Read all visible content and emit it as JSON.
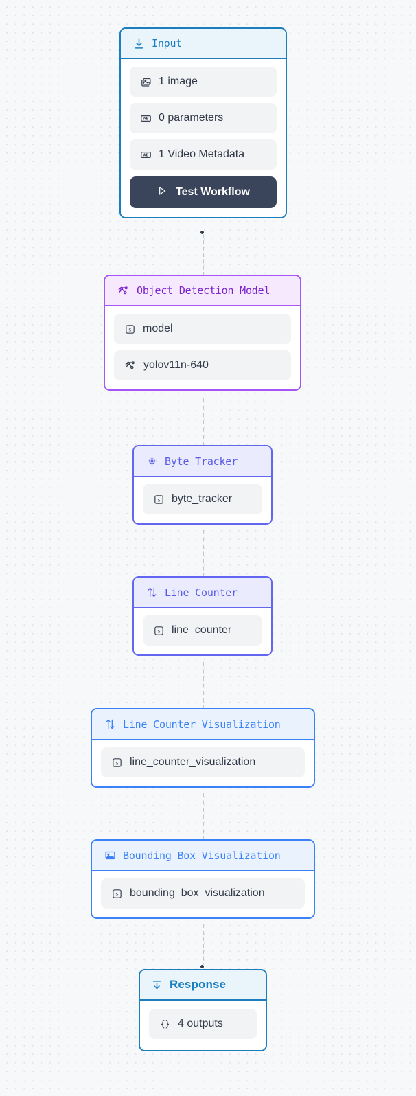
{
  "canvas": {
    "background_color": "#f7f8fa",
    "grid": "dot-grid",
    "connector_style": "dashed"
  },
  "nodes": [
    {
      "id": "input",
      "title": "Input",
      "icon": "download-icon",
      "accent_color": "#1a7fc1",
      "header_bg": "#eaf4fb",
      "items": [
        {
          "label": "1 image",
          "icon": "image-stack-icon"
        },
        {
          "label": "0 parameters",
          "icon": "text-box-ab-icon"
        },
        {
          "label": "1 Video Metadata",
          "icon": "text-box-ab-icon"
        }
      ],
      "button": {
        "label": "Test Workflow",
        "icon": "play-icon",
        "bg": "#3a445a"
      }
    },
    {
      "id": "object_detection_model",
      "title": "Object Detection Model",
      "icon": "node-graph-icon",
      "accent_color": "#7c22ce",
      "header_bg": "#f6e9fd",
      "items": [
        {
          "label": "model",
          "icon": "string-value-icon"
        },
        {
          "label": "yolov11n-640",
          "icon": "node-graph-icon"
        }
      ]
    },
    {
      "id": "byte_tracker",
      "title": "Byte Tracker",
      "icon": "crosshair-icon",
      "accent_color": "#5b5be8",
      "header_bg": "#eaecfd",
      "items": [
        {
          "label": "byte_tracker",
          "icon": "string-value-icon"
        }
      ]
    },
    {
      "id": "line_counter",
      "title": "Line Counter",
      "icon": "arrows-up-down-icon",
      "accent_color": "#5b5be8",
      "header_bg": "#eaecfd",
      "items": [
        {
          "label": "line_counter",
          "icon": "string-value-icon"
        }
      ]
    },
    {
      "id": "line_counter_visualization",
      "title": "Line Counter Visualization",
      "icon": "arrows-up-down-icon",
      "accent_color": "#3b82f6",
      "header_bg": "#eaf2fe",
      "items": [
        {
          "label": "line_counter_visualization",
          "icon": "string-value-icon"
        }
      ]
    },
    {
      "id": "bounding_box_visualization",
      "title": "Bounding Box Visualization",
      "icon": "image-icon",
      "accent_color": "#3b82f6",
      "header_bg": "#eaf2fe",
      "items": [
        {
          "label": "bounding_box_visualization",
          "icon": "string-value-icon"
        }
      ]
    },
    {
      "id": "response",
      "title": "Response",
      "icon": "upload-bar-down-icon",
      "accent_color": "#1a7fc1",
      "header_bg": "#eaf4fb",
      "items": [
        {
          "label": "4 outputs",
          "icon": "curly-braces-icon"
        }
      ]
    }
  ]
}
